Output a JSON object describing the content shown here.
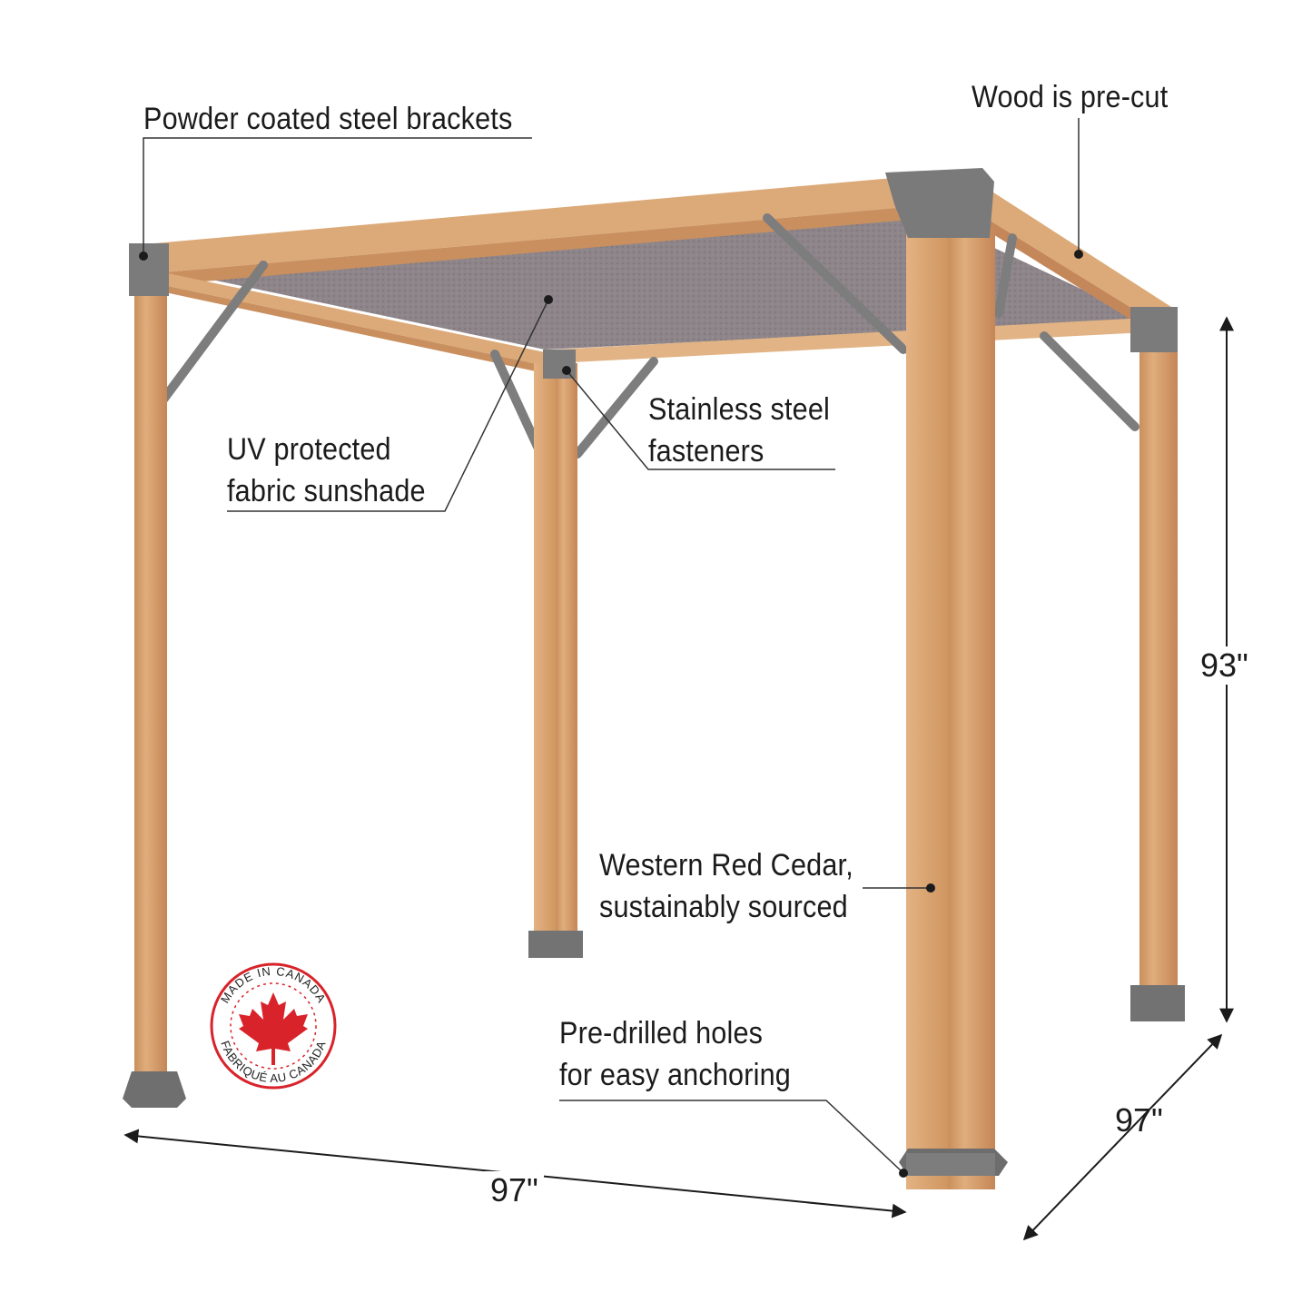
{
  "callouts": {
    "brackets": "Powder coated steel brackets",
    "wood": "Wood is pre-cut",
    "sunshade_line1": "UV protected",
    "sunshade_line2": "fabric sunshade",
    "fasteners_line1": "Stainless steel",
    "fasteners_line2": "fasteners",
    "cedar_line1": "Western Red Cedar,",
    "cedar_line2": "sustainably sourced",
    "holes_line1": "Pre-drilled holes",
    "holes_line2": "for easy anchoring"
  },
  "dimensions": {
    "height": "93\"",
    "width": "97\"",
    "depth": "97\""
  },
  "badge": {
    "top_text": "MADE IN CANADA",
    "bottom_text": "FABRIQUÉ AU CANADA",
    "icon": "maple-leaf-icon",
    "color": "#d8232a"
  },
  "colors": {
    "wood": "#d9a36e",
    "wood_dark": "#c4875a",
    "steel": "#7b7b7b",
    "fabric": "#8a8286"
  }
}
